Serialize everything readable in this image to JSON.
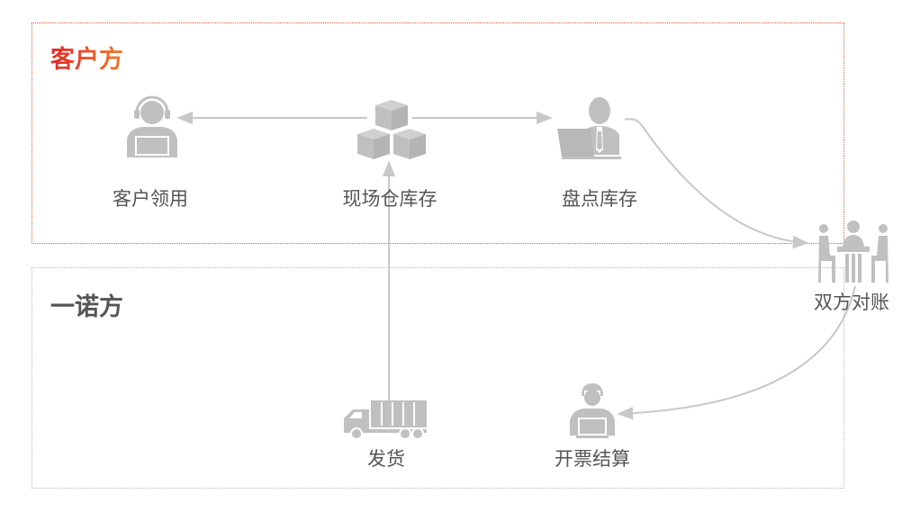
{
  "groups": {
    "client": "客户方",
    "vendor": "一诺方"
  },
  "nodes": {
    "customer_use": "客户领用",
    "site_warehouse": "现场仓库存",
    "inventory_count": "盘点库存",
    "reconciliation": "双方对账",
    "shipping": "发货",
    "invoicing": "开票结算"
  },
  "colors": {
    "client_accent": "#e02a2a",
    "icon": "#c0c0c0",
    "text": "#555555",
    "arrow": "#c8c8c8"
  }
}
